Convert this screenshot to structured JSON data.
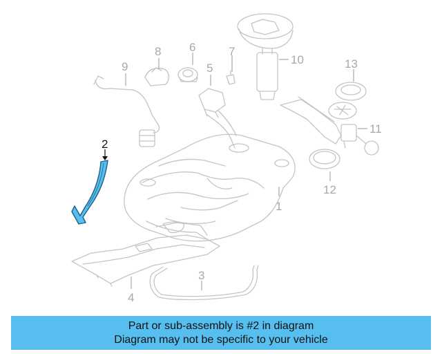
{
  "diagram": {
    "highlight_color": "#56bfef",
    "highlighted_part": "2",
    "callouts": [
      "1",
      "2",
      "3",
      "4",
      "5",
      "6",
      "7",
      "8",
      "9",
      "10",
      "11",
      "12",
      "13"
    ]
  },
  "banner": {
    "line1": "Part or sub-assembly is #2 in diagram",
    "line2": "Diagram may not be specific to your vehicle",
    "background": "#56bfef"
  }
}
